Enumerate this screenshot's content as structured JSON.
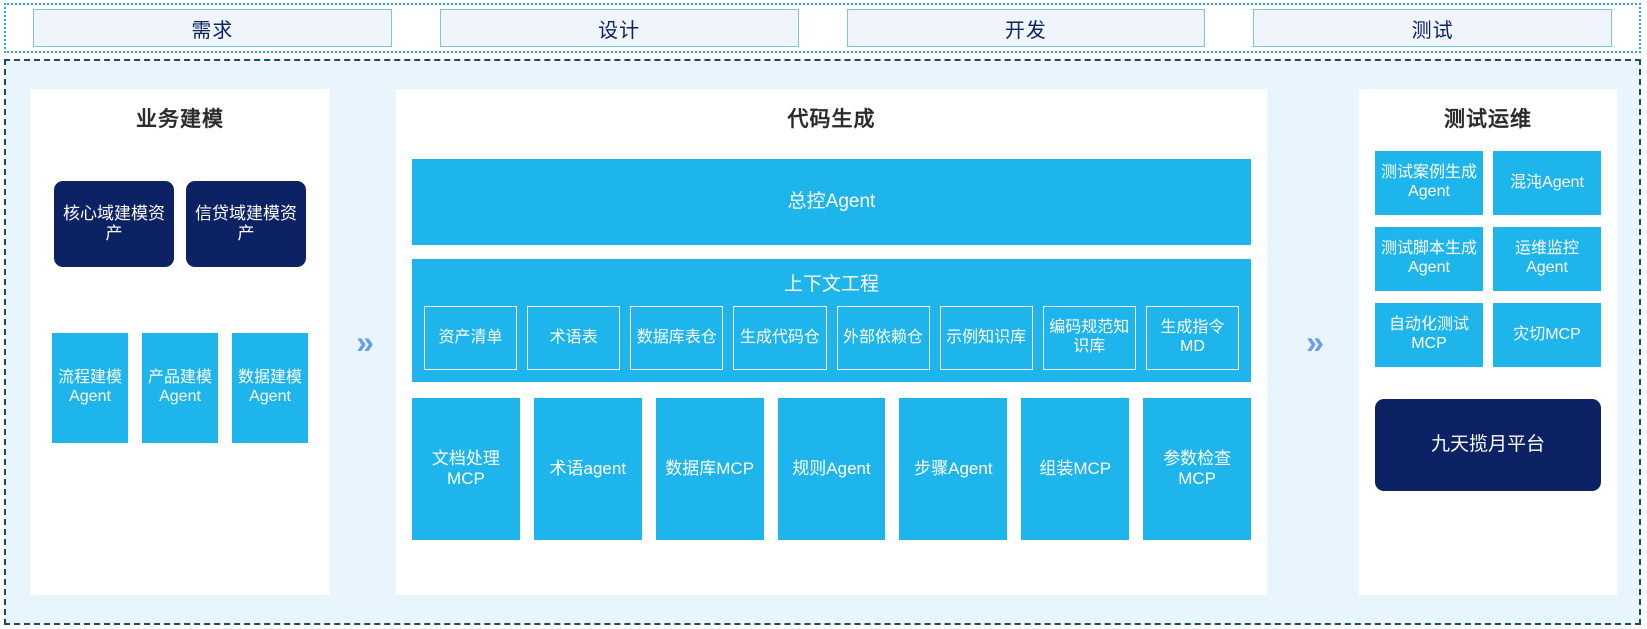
{
  "stages": [
    {
      "label": "需求"
    },
    {
      "label": "设计"
    },
    {
      "label": "开发"
    },
    {
      "label": "测试"
    }
  ],
  "colors": {
    "cyan": "#1eb4ec",
    "navy": "#0d2265",
    "chevron": "#6b9ceb",
    "panel_background": "#e9f5fd",
    "stage_tab_background": "#eff5fa"
  },
  "separators": {
    "chevron_glyph": "»",
    "icon_name": "double-chevron-right-icon"
  },
  "business_panel": {
    "title": "业务建模",
    "asset_cards": [
      {
        "label": "核心域建模资产"
      },
      {
        "label": "信贷域建模资产"
      }
    ],
    "agent_cards": [
      {
        "label": "流程建模Agent"
      },
      {
        "label": "产品建模Agent"
      },
      {
        "label": "数据建模Agent"
      }
    ]
  },
  "code_panel": {
    "title": "代码生成",
    "master_agent": "总控Agent",
    "context": {
      "title": "上下文工程",
      "items": [
        {
          "label": "资产清单"
        },
        {
          "label": "术语表"
        },
        {
          "label": "数据库表仓"
        },
        {
          "label": "生成代码仓"
        },
        {
          "label": "外部依赖仓"
        },
        {
          "label": "示例知识库"
        },
        {
          "label": "编码规范知识库"
        },
        {
          "label": "生成指令MD"
        }
      ]
    },
    "tools": [
      {
        "label": "文档处理MCP"
      },
      {
        "label": "术语agent"
      },
      {
        "label": "数据库MCP"
      },
      {
        "label": "规则Agent"
      },
      {
        "label": "步骤Agent"
      },
      {
        "label": "组装MCP"
      },
      {
        "label": "参数检查MCP"
      }
    ]
  },
  "test_panel": {
    "title": "测试运维",
    "cards": [
      {
        "label": "测试案例生成Agent"
      },
      {
        "label": "混沌Agent"
      },
      {
        "label": "测试脚本生成Agent"
      },
      {
        "label": "运维监控Agent"
      },
      {
        "label": "自动化测试MCP"
      },
      {
        "label": "灾切MCP"
      }
    ],
    "platform": {
      "label": "九天揽月平台"
    }
  }
}
